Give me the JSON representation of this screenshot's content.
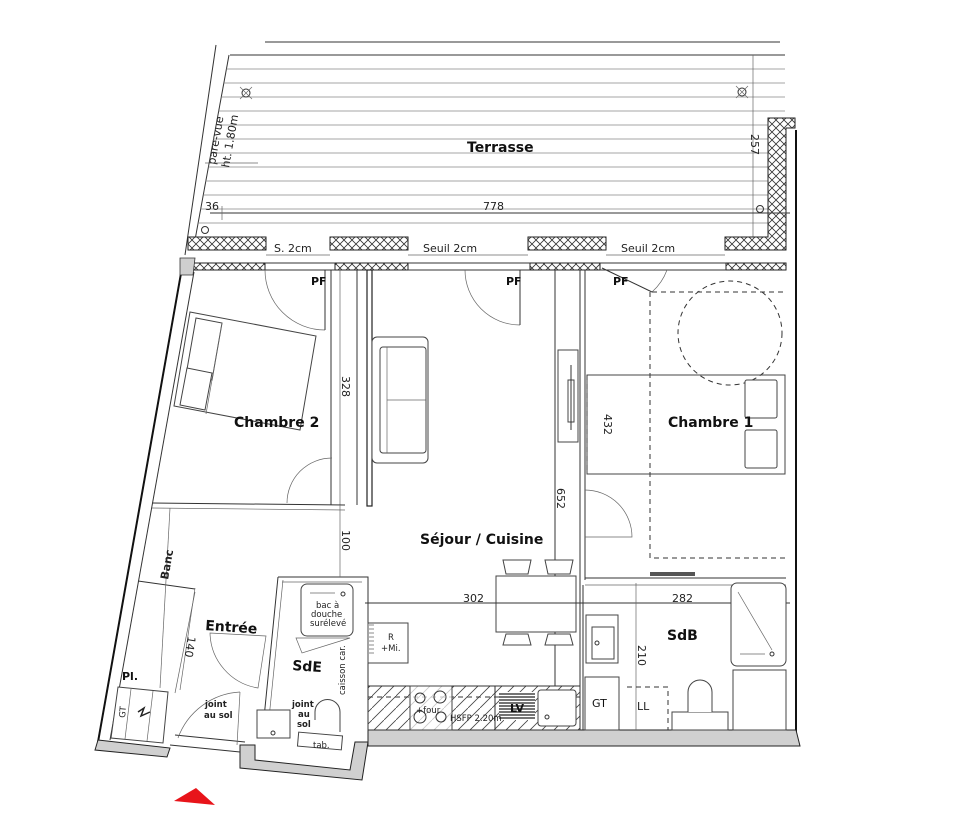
{
  "plan": {
    "rooms": {
      "terrasse": "Terrasse",
      "chambre2": "Chambre 2",
      "chambre1": "Chambre 1",
      "sejour": "Séjour / Cuisine",
      "entree": "Entrée",
      "sde": "SdE",
      "sdb": "SdB"
    },
    "annotations": {
      "pare_vue_1": "pare-vue",
      "pare_vue_2": "ht. 1.80m",
      "seuil_short": "S. 2cm",
      "seuil_1": "Seuil 2cm",
      "seuil_2": "Seuil 2cm",
      "pf_1": "PF",
      "pf_2": "PF",
      "pf_3": "PF",
      "banc": "Banc",
      "placard": "Pl.",
      "gt_entree": "GT",
      "gt_sdb": "GT",
      "ll": "LL",
      "joint_1a": "joint",
      "joint_1b": "au sol",
      "joint_2a": "joint",
      "joint_2b": "au",
      "joint_2c": "sol",
      "bac_1": "bac à",
      "bac_2": "douche",
      "bac_3": "surélevé",
      "caisson": "caisson car.",
      "tab": "tab.",
      "frigo_r": "R",
      "frigo_mi": "+Mi.",
      "four": "+four",
      "hsfp": "HSFP 2.20m",
      "lv": "LV"
    },
    "dimensions": {
      "d36": "36",
      "d778": "778",
      "d257": "257",
      "d328": "328",
      "d100": "100",
      "d140": "140",
      "d652": "652",
      "d432": "432",
      "d302": "302",
      "d282": "282",
      "d210": "210"
    },
    "north_arrow_color": "#e8141a"
  }
}
